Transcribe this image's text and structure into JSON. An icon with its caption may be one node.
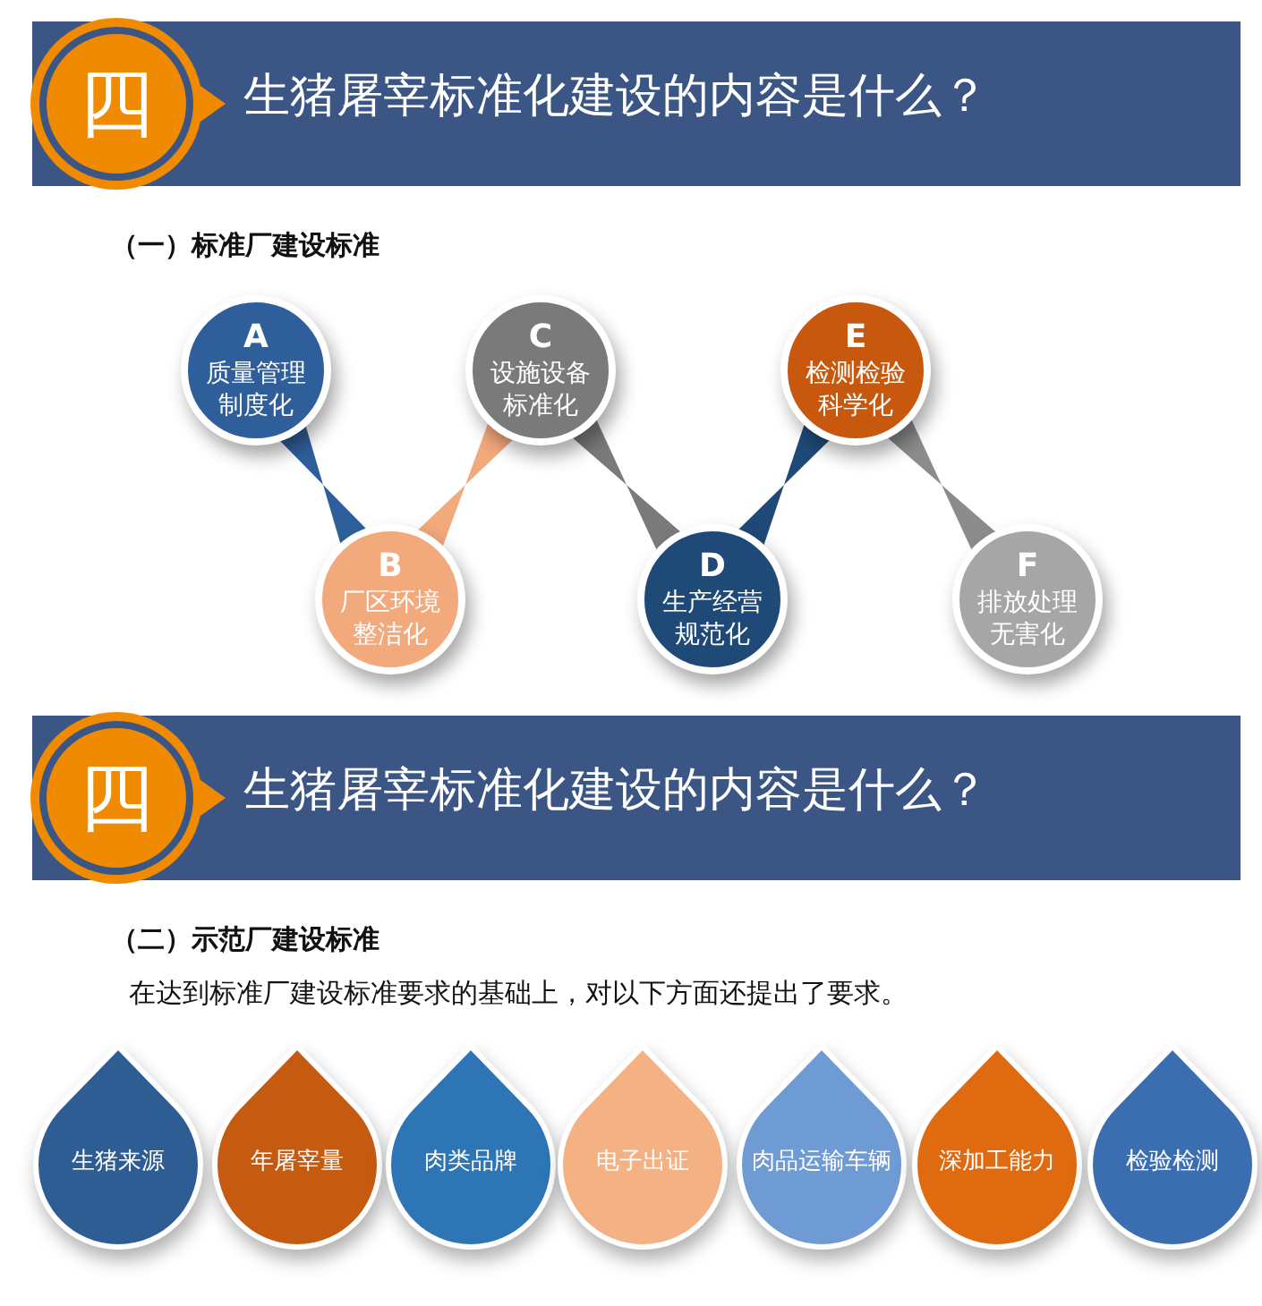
{
  "diagram": {
    "nodes": [
      {
        "text": [
          "生猪屠宰标准化建设的内容是什么？"
        ]
      },
      {
        "text": [
          "四"
        ],
        "in": 0
      },
      {
        "text": [
          "A",
          "质量管理制度化"
        ]
      },
      {
        "text": [
          "B",
          "厂区环境整洁化"
        ]
      },
      {
        "text": [
          "C",
          "设施设备标准化"
        ]
      },
      {
        "text": [
          "D",
          "生产经营规范化"
        ]
      },
      {
        "text": [
          "E",
          "检测检验科学化"
        ]
      },
      {
        "text": [
          "F",
          "排放处理无害化"
        ]
      },
      {
        "text": [
          "生猪屠宰标准化建设的内容是什么？"
        ]
      },
      {
        "text": [
          "四"
        ],
        "in": 8
      },
      {
        "text": [
          "生猪来源"
        ]
      },
      {
        "text": [
          "年屠宰量"
        ]
      },
      {
        "text": [
          "肉类品牌"
        ]
      },
      {
        "text": [
          "电子出证"
        ]
      },
      {
        "text": [
          "肉品运输车辆"
        ]
      },
      {
        "text": [
          "深加工能力"
        ]
      },
      {
        "text": [
          "检验检测"
        ]
      }
    ],
    "edges": [
      {
        "from": 2,
        "to": 3,
        "arrow": "none",
        "color": "#2f5f9a"
      },
      {
        "from": 3,
        "to": 4,
        "arrow": "none",
        "color": "#f2a97c"
      },
      {
        "from": 4,
        "to": 5,
        "arrow": "none",
        "color": "#7a7a7a"
      },
      {
        "from": 5,
        "to": 6,
        "arrow": "none",
        "color": "#1f4a78"
      },
      {
        "from": 6,
        "to": 7,
        "arrow": "none",
        "color": "#8c8c8c"
      }
    ],
    "labels": [
      "（一）标准厂建设标准",
      "（二）示范厂建设标准",
      "在达到标准厂建设标准要求的基础上，对以下方面还提出了要求。"
    ]
  }
}
